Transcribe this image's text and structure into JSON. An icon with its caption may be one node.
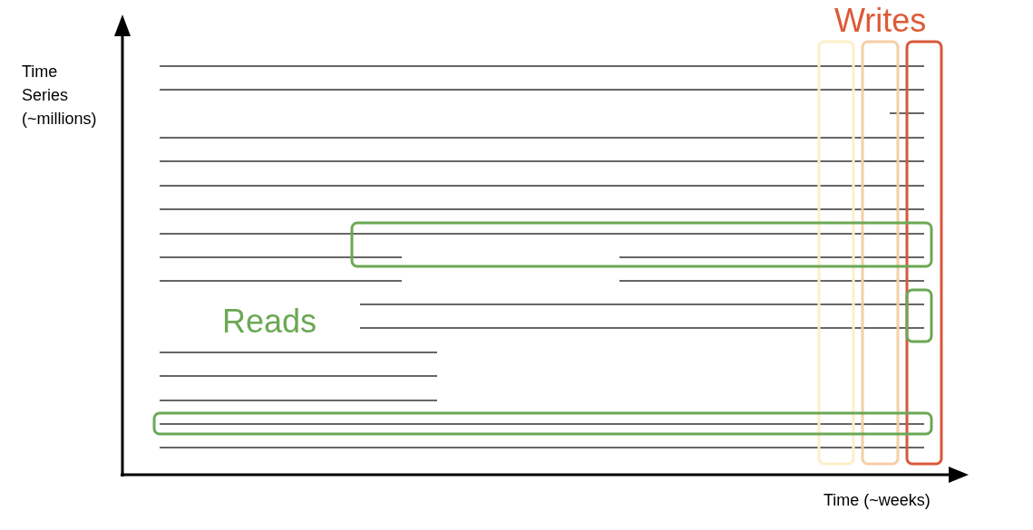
{
  "diagram": {
    "labels": [
      "Writes",
      "Time Series (~millions)",
      "Reads",
      "Time (~weeks)"
    ]
  }
}
